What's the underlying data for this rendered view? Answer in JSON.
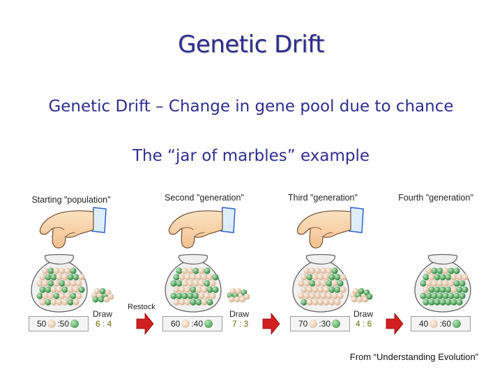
{
  "slide": {
    "title": "Genetic Drift",
    "definition": "Genetic Drift – Change in gene pool due to chance",
    "example": "The “jar of marbles” example",
    "credit": "From “Understanding Evolution”"
  },
  "stages": [
    {
      "label": "Starting \"population\"",
      "tan": "50",
      "green": "50",
      "draw_label": "Draw",
      "draw_ratio": "6 : 4"
    },
    {
      "label": "Second \"generation\"",
      "tan": "60",
      "green": "40",
      "draw_label": "Draw",
      "draw_ratio": "7 : 3"
    },
    {
      "label": "Third \"generation\"",
      "tan": "70",
      "green": "30",
      "draw_label": "Draw",
      "draw_ratio": "4 : 6"
    },
    {
      "label": "Fourth \"generation\"",
      "tan": "40",
      "green": "60"
    }
  ],
  "restock_label": "Restock",
  "colors": {
    "title": "#2e2e8f",
    "arrow": "#d21f1f",
    "tan_marble": "#e8cdb3",
    "green_marble": "#3a9a4a",
    "ratio_text": "#6b6b00"
  }
}
